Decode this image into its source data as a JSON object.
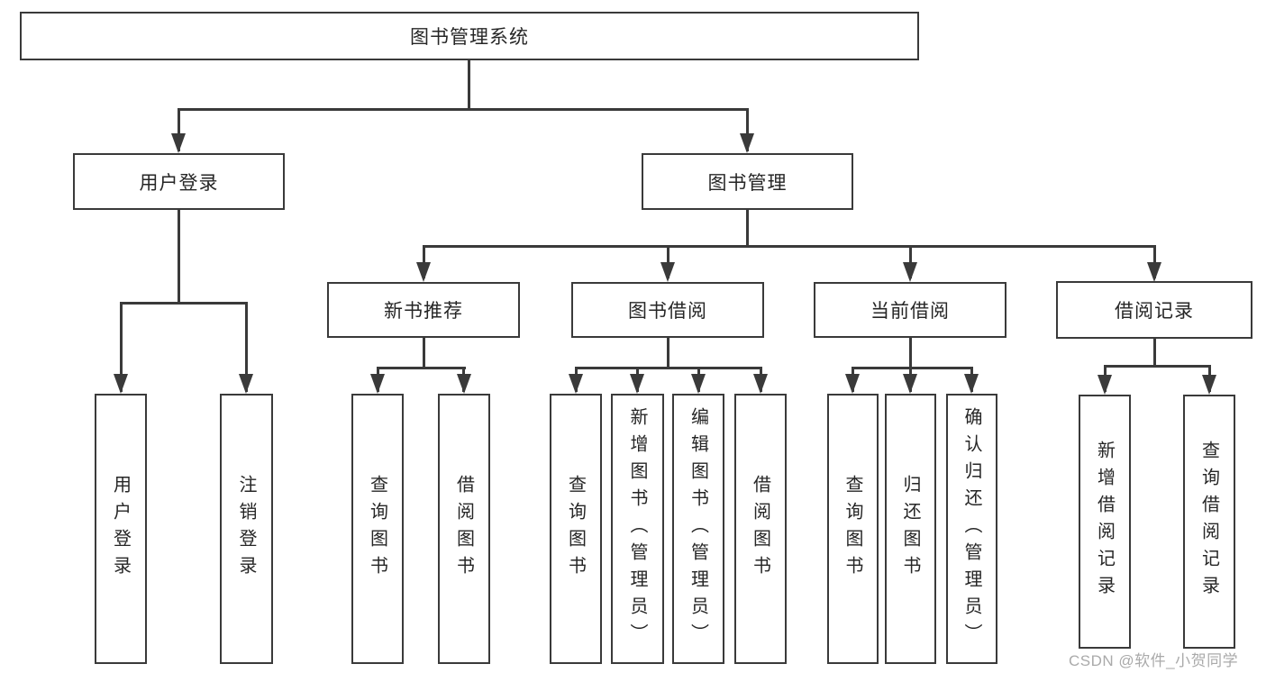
{
  "title": "图书管理系统",
  "branches": [
    {
      "label": "用户登录",
      "children": [
        {
          "label": "用户登录"
        },
        {
          "label": "注销登录"
        }
      ]
    },
    {
      "label": "图书管理",
      "sections": [
        {
          "label": "新书推荐",
          "children": [
            {
              "label": "查询图书"
            },
            {
              "label": "借阅图书"
            }
          ]
        },
        {
          "label": "图书借阅",
          "children": [
            {
              "label": "查询图书"
            },
            {
              "label": "新增图书（管理员）"
            },
            {
              "label": "编辑图书（管理员）"
            },
            {
              "label": "借阅图书"
            }
          ]
        },
        {
          "label": "当前借阅",
          "children": [
            {
              "label": "查询图书"
            },
            {
              "label": "归还图书"
            },
            {
              "label": "确认归还（管理员）"
            }
          ]
        },
        {
          "label": "借阅记录",
          "children": [
            {
              "label": "新增借阅记录"
            },
            {
              "label": "查询借阅记录"
            }
          ]
        }
      ]
    }
  ],
  "watermark": "CSDN @软件_小贺同学",
  "colors": {
    "line": "#3a3a3a",
    "text": "#262626",
    "box_fill": "#ffffff",
    "background": "#ffffff",
    "watermark": "#aaaaaa"
  }
}
